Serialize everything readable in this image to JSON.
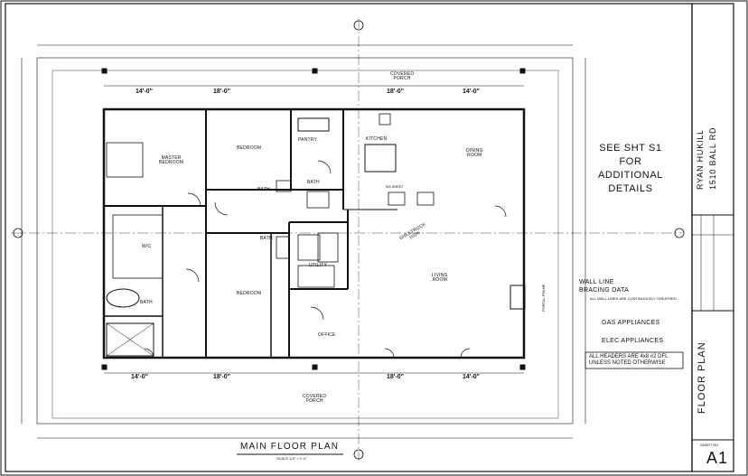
{
  "rooms": {
    "master_bedroom": "MASTER\nBEDROOM",
    "bedroom_top": "BEDROOM",
    "bedroom_bottom": "BEDROOM",
    "pantry": "PANTRY",
    "kitchen": "KITCHEN",
    "dining": "DINING\nROOM",
    "living": "LIVING\nROOM",
    "wic": "W/C",
    "bath_master": "BATH",
    "bath_1": "BATH",
    "bath_2": "BATH",
    "bath_3": "BATH",
    "utility": "UTILITY",
    "office": "OFFICE",
    "covered_porch_top": "COVERED\nPORCH",
    "covered_porch_bottom": "COVERED\nPORCH",
    "sheetrock": "SHEETROCK\n100%",
    "portal_frame": "PORTAL FRAME",
    "nominal_label": "5/8 SHEET"
  },
  "dimensions": {
    "top_1": "14'-0\"",
    "top_2": "18'-0\"",
    "top_3": "18'-0\"",
    "top_4": "14'-0\"",
    "bottom_1": "14'-0\"",
    "bottom_2": "18'-0\"",
    "bottom_3": "18'-0\"",
    "bottom_4": "14'-0\""
  },
  "notes": {
    "see_sheet": "SEE SHT S1\nFOR\nADDITIONAL\nDETAILS",
    "wall_line": "WALL LINE\nBRACING DATA",
    "wall_line_sub": "ALL WALL LINES ARE CONTINUOUSLY SHEATHED",
    "gas": "GAS APPLIANCES",
    "elec": "ELEC APPLIANCES",
    "headers": "ALL HEADERS ARE 4x8 #2 DFL\nUNLESS NOTED OTHERWISE"
  },
  "title": {
    "main": "MAIN FLOOR PLAN",
    "scale": "SCALE 1/4\" = 1'-0\""
  },
  "title_block": {
    "client": "RYAN HUKILL",
    "address": "1510 BALL RD",
    "drawing": "FLOOR PLAN",
    "sheet_label": "SHEET NO.",
    "sheet_no": "A1"
  },
  "colors": {
    "line": "#111111",
    "paper": "#ffffff"
  }
}
